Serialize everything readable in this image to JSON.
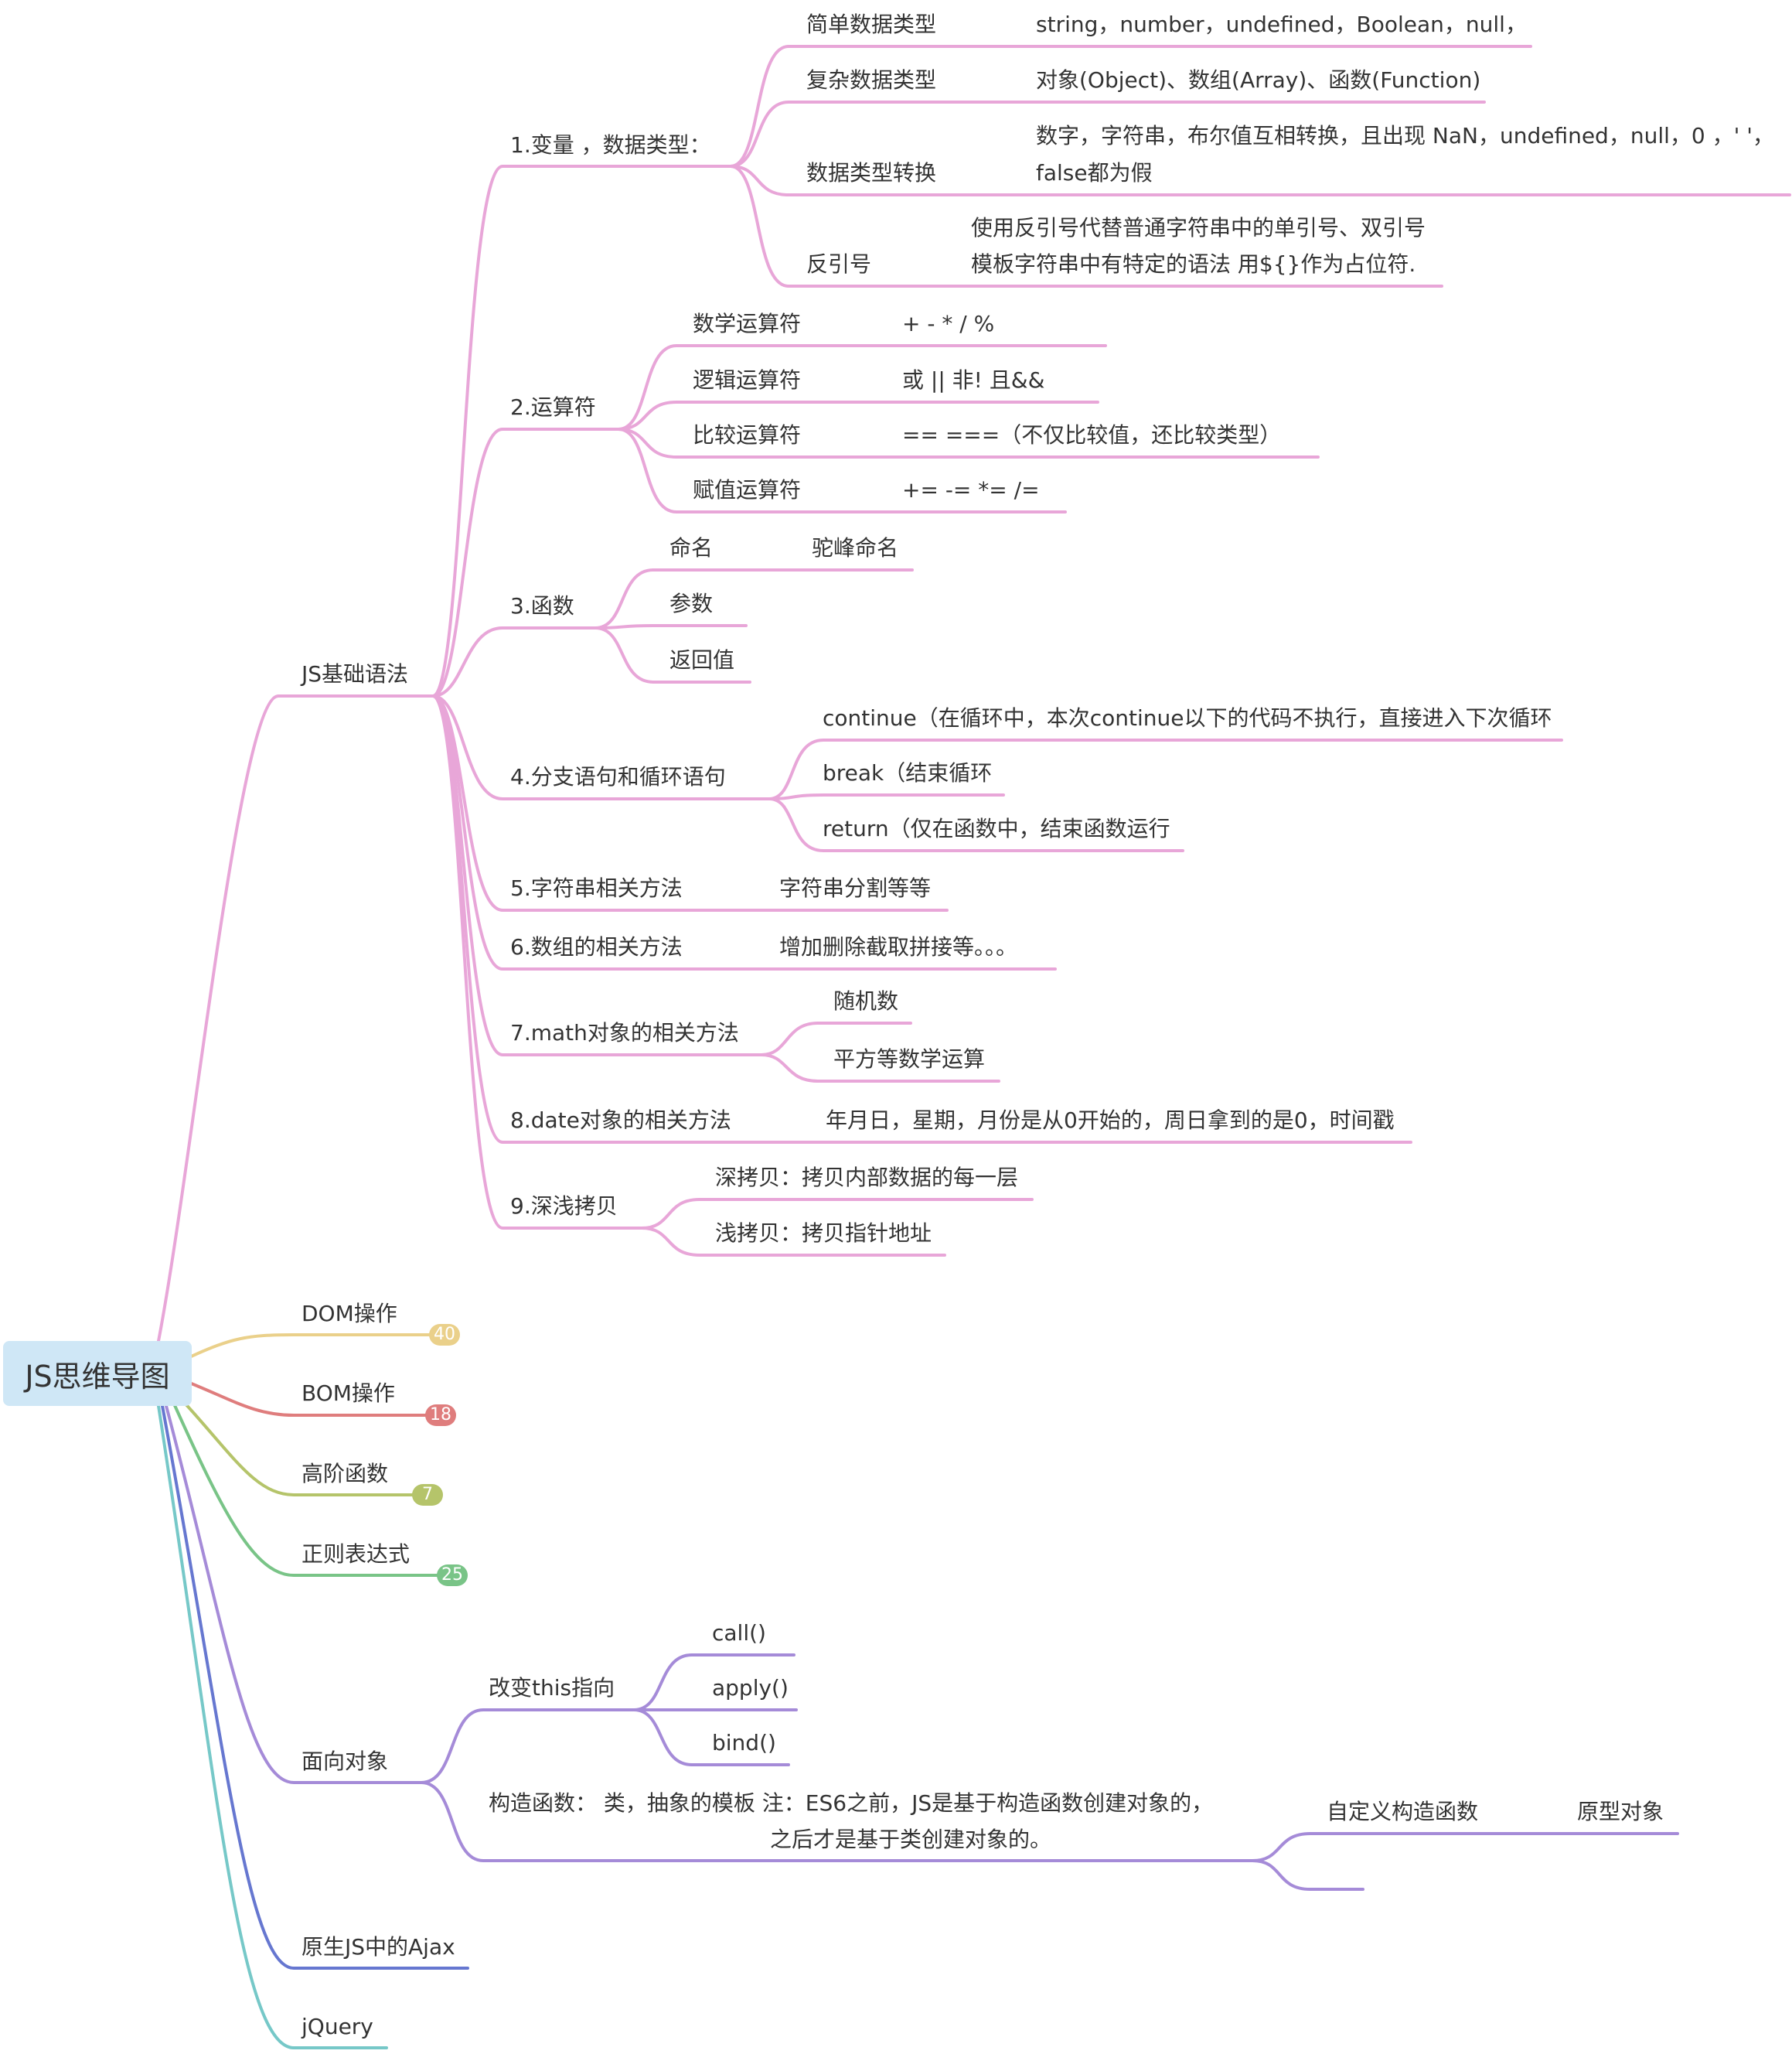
{
  "colors": {
    "root_bg": "#cfe7f6",
    "js_basics": "#e8a6d8",
    "dom": "#ead08a",
    "bom": "#df7d7d",
    "higher_order": "#b5c46a",
    "regex": "#79c487",
    "oop": "#a58bd8",
    "ajax": "#6677d0",
    "jquery": "#76c8c8",
    "text": "#333333"
  },
  "root": {
    "label": "JS思维导图"
  },
  "branches": {
    "js_basics": {
      "label": "JS基础语法",
      "vars": {
        "label": "1.变量 ，数据类型：",
        "simple": {
          "label": "简单数据类型",
          "desc": "string，number，undefined，Boolean，null，"
        },
        "complex": {
          "label": "复杂数据类型",
          "desc": "对象(Object)、数组(Array)、函数(Function)"
        },
        "convert": {
          "label": "数据类型转换",
          "desc1": "数字，字符串，布尔值互相转换，且出现 NaN，undefined，null，0 ，' '，",
          "desc2": "false都为假"
        },
        "backtick": {
          "label": "反引号",
          "desc1": "使用反引号代替普通字符串中的单引号、双引号",
          "desc2": "模板字符串中有特定的语法 用${}作为占位符."
        }
      },
      "ops": {
        "label": "2.运算符",
        "math": {
          "label": "数学运算符",
          "desc": "+  -  *  /  %"
        },
        "logic": {
          "label": "逻辑运算符",
          "desc": "或 ||       非!    且&&"
        },
        "compare": {
          "label": "比较运算符",
          "desc": "==        ===（不仅比较值，还比较类型）"
        },
        "assign": {
          "label": "赋值运算符",
          "desc": "+=   -=   *=   /="
        }
      },
      "func": {
        "label": "3.函数",
        "naming": {
          "label": "命名",
          "desc": "驼峰命名"
        },
        "params": {
          "label": "参数"
        },
        "ret": {
          "label": "返回值"
        }
      },
      "branch_loop": {
        "label": "4.分支语句和循环语句",
        "cont": "continue（在循环中，本次continue以下的代码不执行，直接进入下次循环",
        "brk": "break（结束循环",
        "ret": "return（仅在函数中，结束函数运行"
      },
      "str": {
        "label": "5.字符串相关方法",
        "desc": "字符串分割等等"
      },
      "arr": {
        "label": "6.数组的相关方法",
        "desc": "增加删除截取拼接等。。。"
      },
      "math_obj": {
        "label": "7.math对象的相关方法",
        "random": "随机数",
        "pow": "平方等数学运算"
      },
      "date": {
        "label": "8.date对象的相关方法",
        "desc": "年月日，星期，月份是从0开始的，周日拿到的是0，时间戳"
      },
      "copy": {
        "label": "9.深浅拷贝",
        "deep": "深拷贝：拷贝内部数据的每一层",
        "shallow": "浅拷贝：拷贝指针地址"
      }
    },
    "dom": {
      "label": "DOM操作",
      "count": "40"
    },
    "bom": {
      "label": "BOM操作",
      "count": "18"
    },
    "higher_order": {
      "label": "高阶函数",
      "count": "7"
    },
    "regex": {
      "label": "正则表达式",
      "count": "25"
    },
    "oop": {
      "label": "面向对象",
      "this": {
        "label": "改变this指向",
        "call": "call()",
        "apply": "apply()",
        "bind": "bind()"
      },
      "ctor": {
        "line1": "构造函数：  类，抽象的模板   注：ES6之前，JS是基于构造函数创建对象的，",
        "line2": "之后才是基于类创建对象的。",
        "custom": "自定义构造函数",
        "proto": "原型对象"
      }
    },
    "ajax": {
      "label": "原生JS中的Ajax"
    },
    "jquery": {
      "label": "jQuery"
    }
  }
}
